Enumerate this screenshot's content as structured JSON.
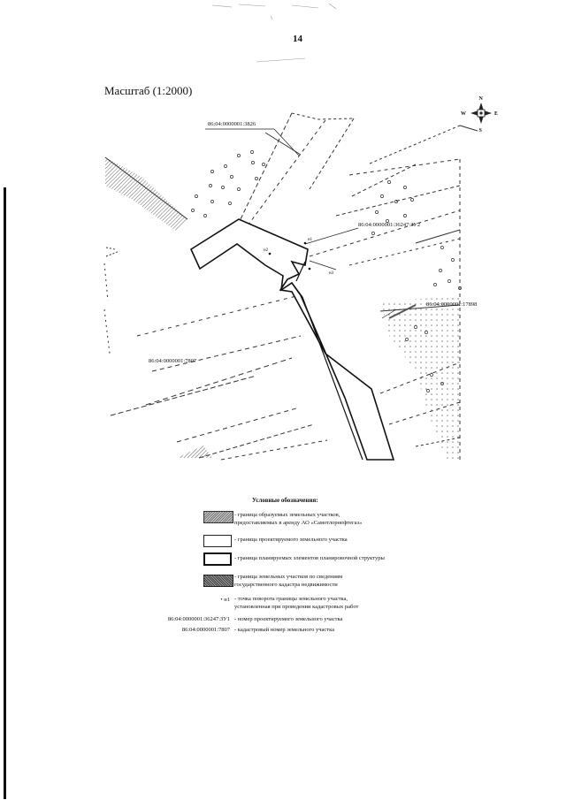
{
  "page_number": "14",
  "scale_label": "Масштаб (1:2000)",
  "compass": {
    "n": "N",
    "s": "S",
    "e": "E",
    "w": "W"
  },
  "map_labels": {
    "parcel_3826": "86:04:0000001:3826",
    "parcel_zu2": "86:04:0000001:36247:ЗУ2",
    "parcel_17898": "86:04:0000001:17898",
    "parcel_7807": "86:04:0000001:7807",
    "point_n1": "н1",
    "point_n2": "н2",
    "point_n3": "н3"
  },
  "legend": {
    "title": "Условные обозначения:",
    "items": [
      {
        "line1": "- граница образуемых земельных участков,",
        "line2": "предоставляемых в аренду АО «Самотлорнефтегаз»"
      },
      {
        "line1": "- граница проектируемого земельного участка"
      },
      {
        "line1": "- граница планируемых элементов планировочной структуры"
      },
      {
        "line1": "- граница земельных участков по сведениям",
        "line2": "государственного кадастра недвижимости"
      },
      {
        "code": "н1",
        "line1": "- точка поворота границы земельного участка,",
        "line2": "установленная при проведении кадастровых работ"
      },
      {
        "code": "86:04:0000001:36247:ЗУ1",
        "line1": "- номер проектируемого земельного участка"
      },
      {
        "code": "86:04:0000001:7807",
        "line1": "- кадастровый номер земельного участка"
      }
    ]
  },
  "colors": {
    "ink": "#111111",
    "hatch": "#777777",
    "paper": "#ffffff"
  }
}
